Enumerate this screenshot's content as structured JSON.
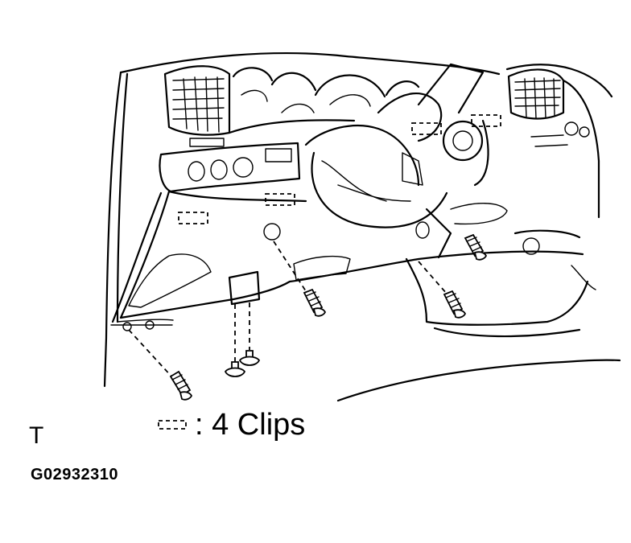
{
  "legend": {
    "symbol_icon": "dashed-clip-rectangle",
    "text": ": 4 Clips"
  },
  "marker": "T",
  "figure_id": "G02932310"
}
